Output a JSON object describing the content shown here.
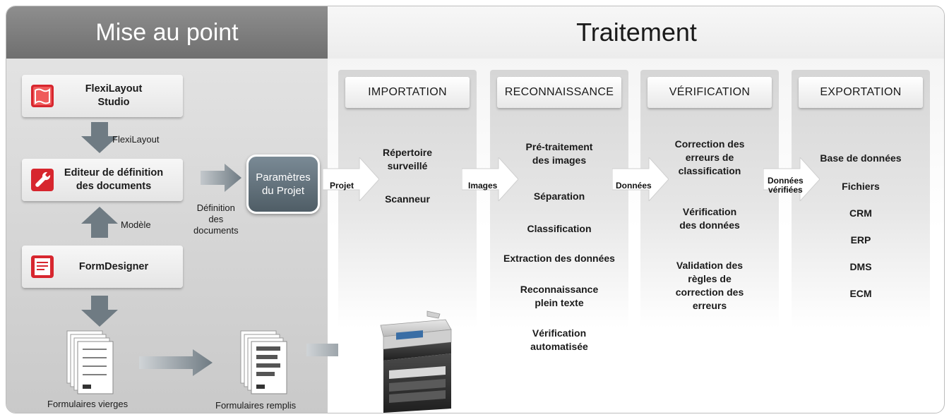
{
  "sections": {
    "left_title": "Mise au point",
    "right_title": "Traitement"
  },
  "tools": [
    {
      "label": "FlexiLayout\nStudio",
      "icon": "flexilayout-studio-icon"
    },
    {
      "label": "Editeur de définition\ndes documents",
      "icon": "wrench-icon"
    },
    {
      "label": "FormDesigner",
      "icon": "form-designer-icon"
    }
  ],
  "labels": {
    "flexilayout": "FlexiLayout",
    "modele": "Modèle",
    "definition": "Définition\ndes\ndocuments",
    "parametres": "Paramètres\ndu Projet",
    "formulaires_vierges": "Formulaires vierges",
    "formulaires_remplis": "Formulaires remplis"
  },
  "flows": {
    "projet": "Projet",
    "images": "Images",
    "donnees": "Données",
    "donnees_verifiees": "Données\nvérifiées"
  },
  "stages": [
    {
      "title": "IMPORTATION",
      "items": [
        "Répertoire\nsurveillé",
        "Scanneur"
      ]
    },
    {
      "title": "RECONNAISSANCE",
      "items": [
        "Pré-traitement\ndes images",
        "Séparation",
        "Classification",
        "Extraction des données",
        "Reconnaissance\nplein texte",
        "Vérification\nautomatisée"
      ]
    },
    {
      "title": "VÉRIFICATION",
      "items": [
        "Correction des\nerreurs de\nclassification",
        "Vérification\ndes données",
        "Validation des\nrègles de\ncorrection des\nerreurs"
      ]
    },
    {
      "title": "EXPORTATION",
      "items": [
        "Base de données",
        "Fichiers",
        "CRM",
        "ERP",
        "DMS",
        "ECM"
      ]
    }
  ],
  "colors": {
    "left_header": "#7a7a7a",
    "arrow_gray": "#6f7b83",
    "param_box": "#5f6d77",
    "flexi_red": "#d7262e"
  }
}
